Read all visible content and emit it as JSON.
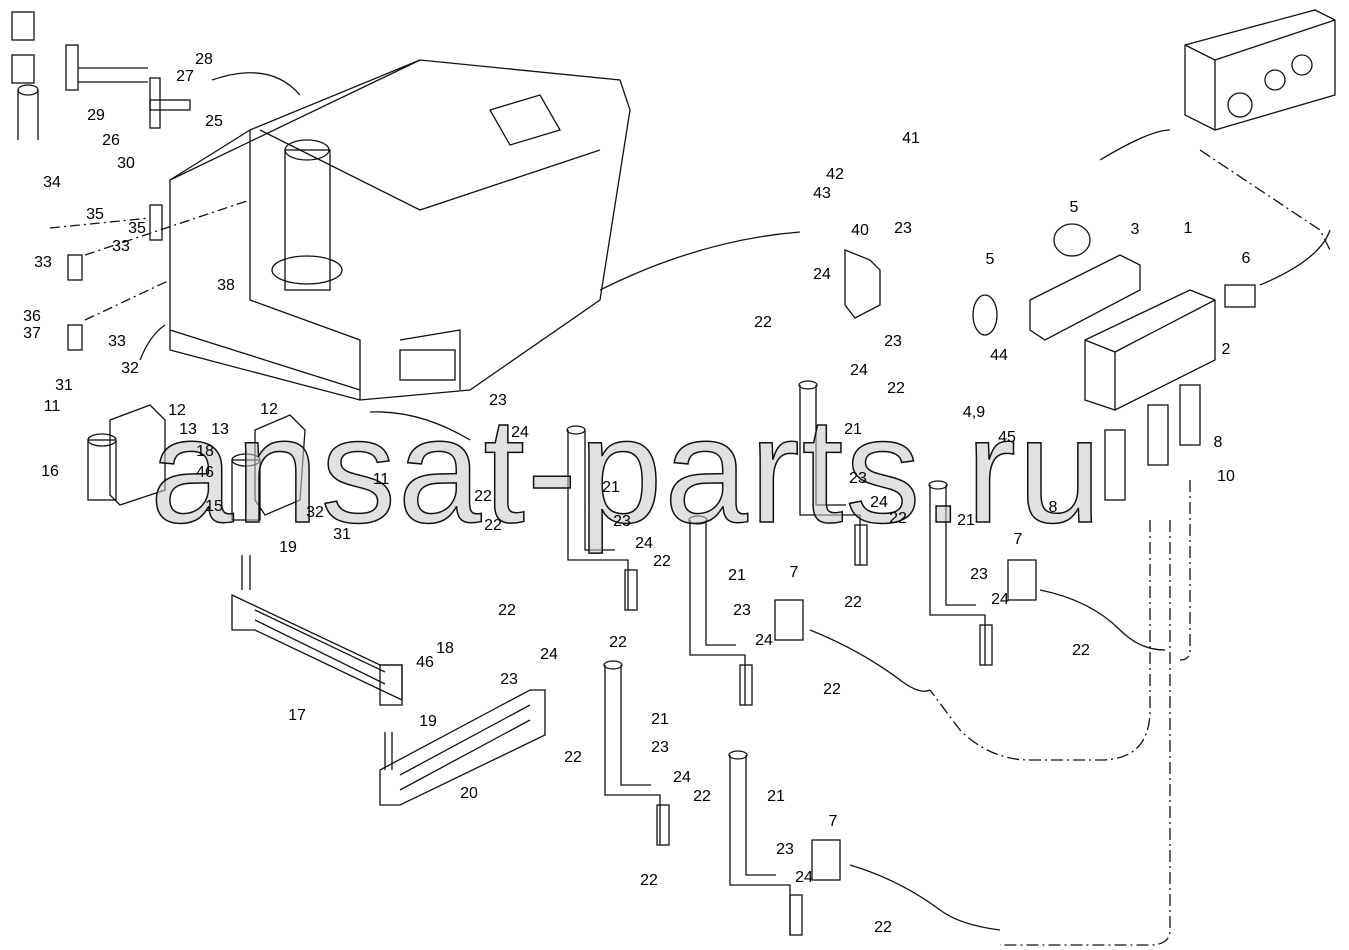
{
  "watermark": "ansat-parts.ru",
  "callouts": [
    "28",
    "27",
    "29",
    "25",
    "26",
    "30",
    "34",
    "35",
    "35",
    "33",
    "33",
    "38",
    "36",
    "37",
    "33",
    "32",
    "31",
    "11",
    "12",
    "12",
    "13",
    "13",
    "18",
    "46",
    "16",
    "15",
    "11",
    "32",
    "31",
    "19",
    "17",
    "18",
    "46",
    "19",
    "20",
    "23",
    "24",
    "22",
    "22",
    "21",
    "23",
    "24",
    "22",
    "22",
    "21",
    "23",
    "24",
    "22",
    "22",
    "24",
    "23",
    "22",
    "21",
    "23",
    "24",
    "22",
    "22",
    "21",
    "23",
    "24",
    "22",
    "7",
    "7",
    "7",
    "41",
    "42",
    "43",
    "40",
    "23",
    "24",
    "22",
    "23",
    "24",
    "22",
    "21",
    "23",
    "24",
    "22",
    "22",
    "21",
    "23",
    "24",
    "22",
    "5",
    "3",
    "1",
    "6",
    "5",
    "2",
    "44",
    "4,9",
    "45",
    "8",
    "10",
    "8"
  ]
}
